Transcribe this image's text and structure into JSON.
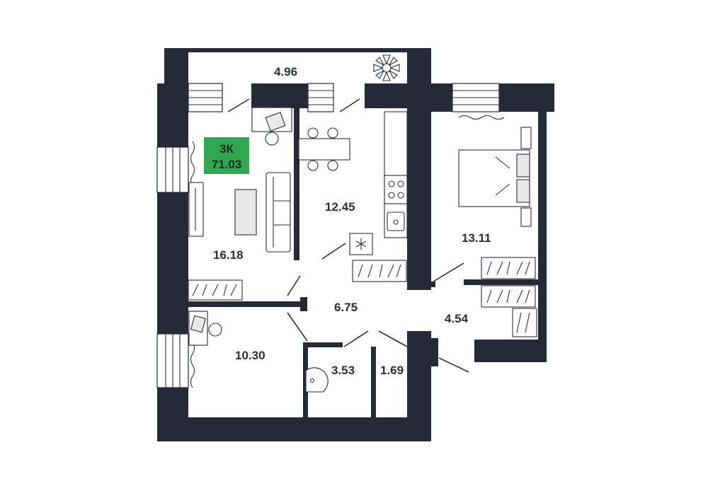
{
  "apartment": {
    "type_label": "3К",
    "total_area": "71.03",
    "badge_color": "#2fa84f",
    "wall_color": "#262a38"
  },
  "rooms": {
    "balcony": "4.96",
    "living": "16.18",
    "kitchen": "12.45",
    "bedroom": "13.11",
    "hall": "6.75",
    "corridor": "4.54",
    "room_small": "10.30",
    "bathroom": "3.53",
    "wc": "1.69"
  },
  "icons": {
    "plant": "plant-icon",
    "snowflake": "snowflake-icon",
    "bed": "bed-icon",
    "stove": "stove-icon",
    "sink": "sink-icon"
  }
}
